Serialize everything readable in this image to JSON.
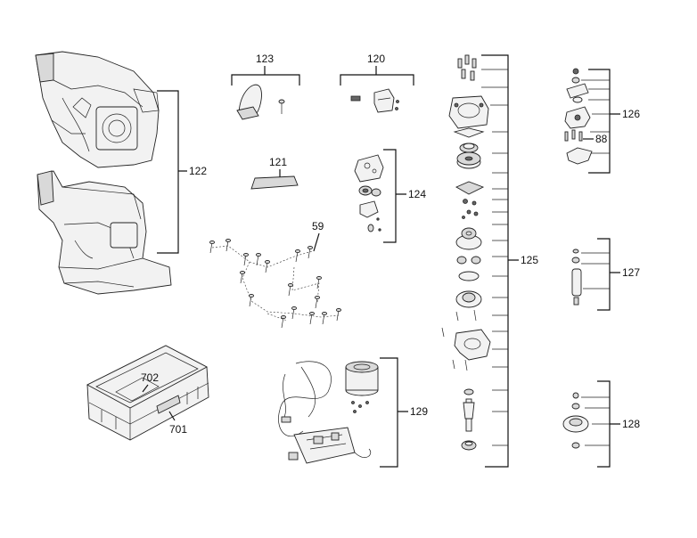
{
  "labels": {
    "l122": "122",
    "l123": "123",
    "l120": "120",
    "l121": "121",
    "l124": "124",
    "l59": "59",
    "l125": "125",
    "l126": "126",
    "l88": "88",
    "l127": "127",
    "l128": "128",
    "l129": "129",
    "l702": "702",
    "l701": "701"
  }
}
